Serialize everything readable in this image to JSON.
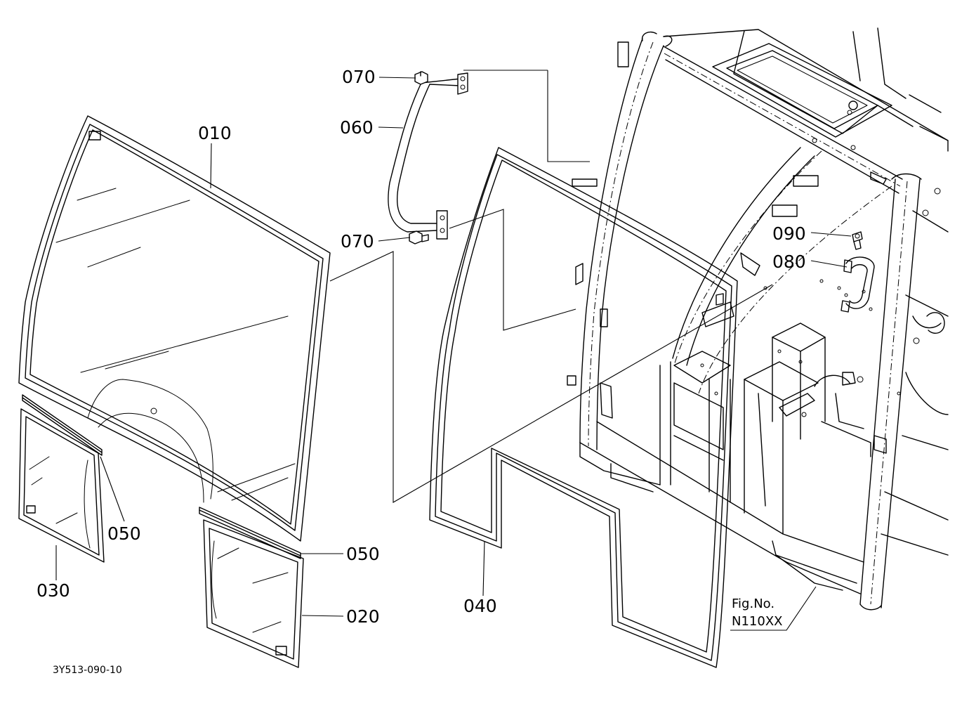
{
  "diagram": {
    "callouts": {
      "p010": "010",
      "p020": "020",
      "p030": "030",
      "p040": "040",
      "p050a": "050",
      "p050b": "050",
      "p060": "060",
      "p070a": "070",
      "p070b": "070",
      "p080": "080",
      "p090": "090"
    },
    "drawing_number": "3Y513-090-10",
    "figure": {
      "label": "Fig.No.",
      "number": "N110XX"
    }
  }
}
